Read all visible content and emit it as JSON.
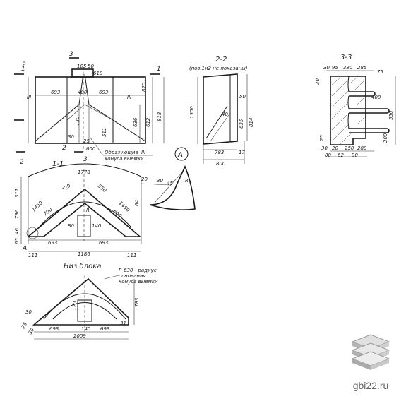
{
  "views": {
    "front": {
      "section_a": "1",
      "section_b": "2",
      "section_c": "3",
      "section_d": "1",
      "marks": [
        "III",
        "III",
        "III"
      ],
      "dims": [
        "693",
        "400",
        "693",
        "105",
        "50",
        "610",
        "820",
        "636",
        "612",
        "818",
        "511",
        "600",
        "130",
        "30",
        "25"
      ],
      "note_l1": "Образующие",
      "note_l2": "конуса выемки",
      "bottom_2": "2",
      "bottom_3": "3",
      "bottom_2b": "2"
    },
    "section22": {
      "title": "2-2",
      "subtitle": "(поз.1и2 не показаны)",
      "dims": [
        "1500",
        "50",
        "635",
        "814",
        "783",
        "17",
        "800",
        "40"
      ]
    },
    "section33": {
      "title": "3-3",
      "dims": [
        "30",
        "95",
        "330",
        "285",
        "75",
        "400",
        "550",
        "200",
        "30",
        "20",
        "250",
        "62",
        "90",
        "80",
        "280",
        "30",
        "25"
      ]
    },
    "detailA": {
      "letter": "А",
      "dims": [
        "20",
        "30",
        "45",
        "64",
        "R"
      ]
    },
    "section11": {
      "title": "1-1",
      "dims": [
        "1778",
        "311",
        "736",
        "46",
        "65",
        "1450",
        "1450",
        "720",
        "550",
        "700",
        "650",
        "693",
        "693",
        "1186",
        "111",
        "111",
        "80",
        "140",
        "R"
      ],
      "mark_a": "А"
    },
    "bottom": {
      "title": "Низ блока",
      "note_l1": "R 630 - радиус",
      "note_l2": "основания",
      "note_l3": "конуса выемки",
      "dims": [
        "693",
        "693",
        "140",
        "120",
        "2009",
        "783",
        "31",
        "30",
        "25",
        "30"
      ]
    }
  },
  "brand": {
    "site": "gbi22.ru",
    "logo": "stacked-blocks-logo"
  }
}
